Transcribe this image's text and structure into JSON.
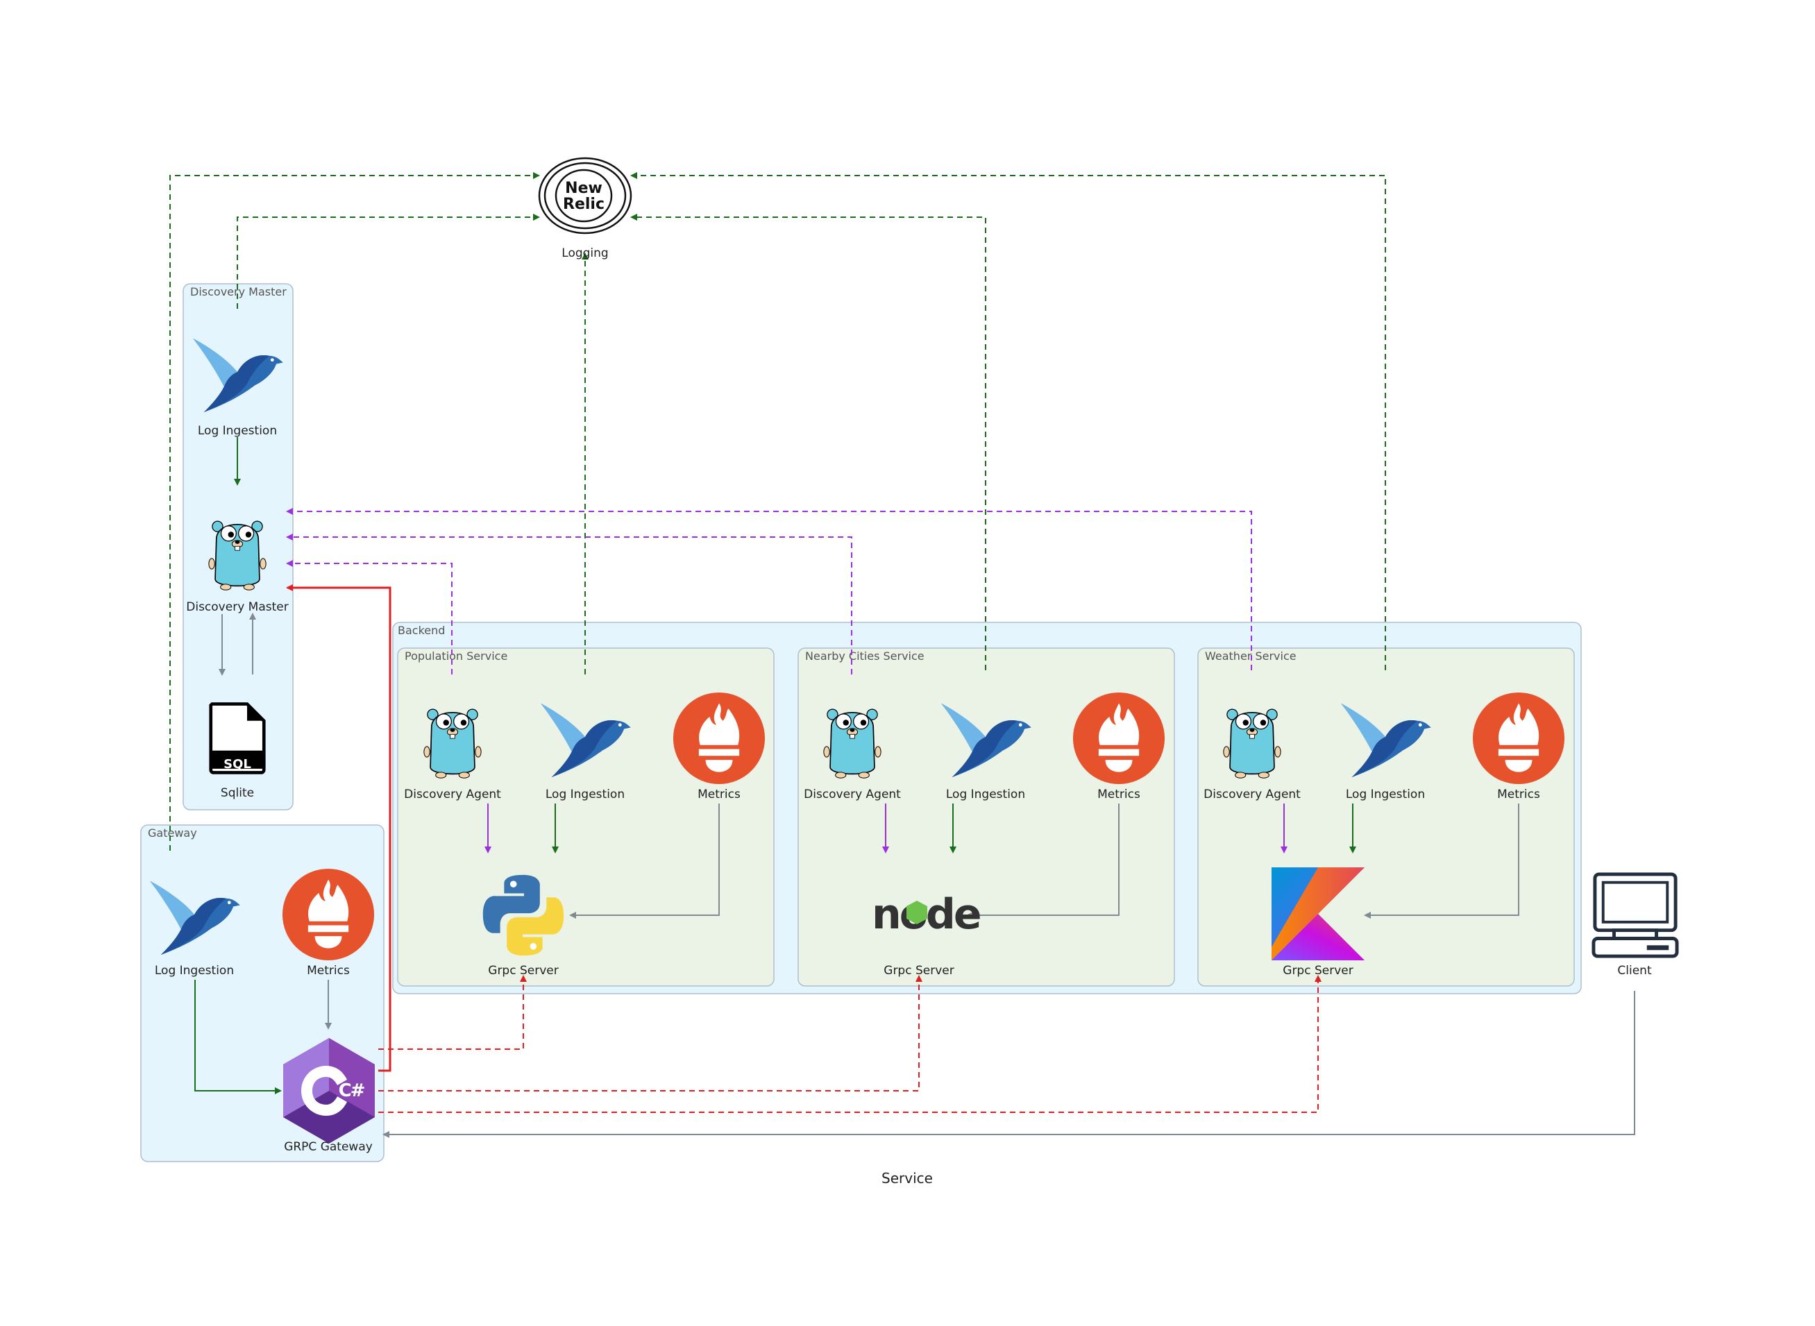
{
  "diagram": {
    "title": "Service",
    "clusters": {
      "discovery_master": "Discovery Master",
      "gateway": "Gateway",
      "backend": "Backend",
      "population_service": "Population Service",
      "nearby_cities_service": "Nearby Cities Service",
      "weather_service": "Weather Service"
    },
    "nodes": {
      "logging": {
        "label": "Logging",
        "logo_text_1": "New",
        "logo_text_2": "Relic",
        "icon": "new-relic-icon"
      },
      "dm_log_ingestion": {
        "label": "Log Ingestion",
        "icon": "fluentd-bird-icon"
      },
      "dm_discovery_master": {
        "label": "Discovery Master",
        "icon": "go-gopher-icon"
      },
      "dm_sqlite": {
        "label": "Sqlite",
        "badge": "SQL",
        "icon": "sql-file-icon"
      },
      "gw_log_ingestion": {
        "label": "Log Ingestion",
        "icon": "fluentd-bird-icon"
      },
      "gw_metrics": {
        "label": "Metrics",
        "icon": "prometheus-icon"
      },
      "gw_grpc_gateway": {
        "label": "GRPC Gateway",
        "icon": "csharp-icon",
        "logo_text": "C#"
      },
      "pop_discovery_agent": {
        "label": "Discovery Agent",
        "icon": "go-gopher-icon"
      },
      "pop_log_ingestion": {
        "label": "Log Ingestion",
        "icon": "fluentd-bird-icon"
      },
      "pop_metrics": {
        "label": "Metrics",
        "icon": "prometheus-icon"
      },
      "pop_grpc_server": {
        "label": "Grpc Server",
        "icon": "python-icon"
      },
      "near_discovery_agent": {
        "label": "Discovery Agent",
        "icon": "go-gopher-icon"
      },
      "near_log_ingestion": {
        "label": "Log Ingestion",
        "icon": "fluentd-bird-icon"
      },
      "near_metrics": {
        "label": "Metrics",
        "icon": "prometheus-icon"
      },
      "near_grpc_server": {
        "label": "Grpc Server",
        "icon": "nodejs-icon",
        "logo_text": "node"
      },
      "weather_discovery_agent": {
        "label": "Discovery Agent",
        "icon": "go-gopher-icon"
      },
      "weather_log_ingestion": {
        "label": "Log Ingestion",
        "icon": "fluentd-bird-icon"
      },
      "weather_metrics": {
        "label": "Metrics",
        "icon": "prometheus-icon"
      },
      "weather_grpc_server": {
        "label": "Grpc Server",
        "icon": "kotlin-icon"
      },
      "client": {
        "label": "Client",
        "icon": "computer-icon"
      }
    },
    "colors": {
      "cluster_outer": "#e5f5fd",
      "cluster_inner": "#ebf3e7",
      "cluster_stroke": "#aebfcf",
      "edge_logging": "#1a6d1a",
      "edge_discovery": "#9b30e0",
      "edge_grpc": "#e02020",
      "edge_metrics": "#7f8a92"
    }
  }
}
